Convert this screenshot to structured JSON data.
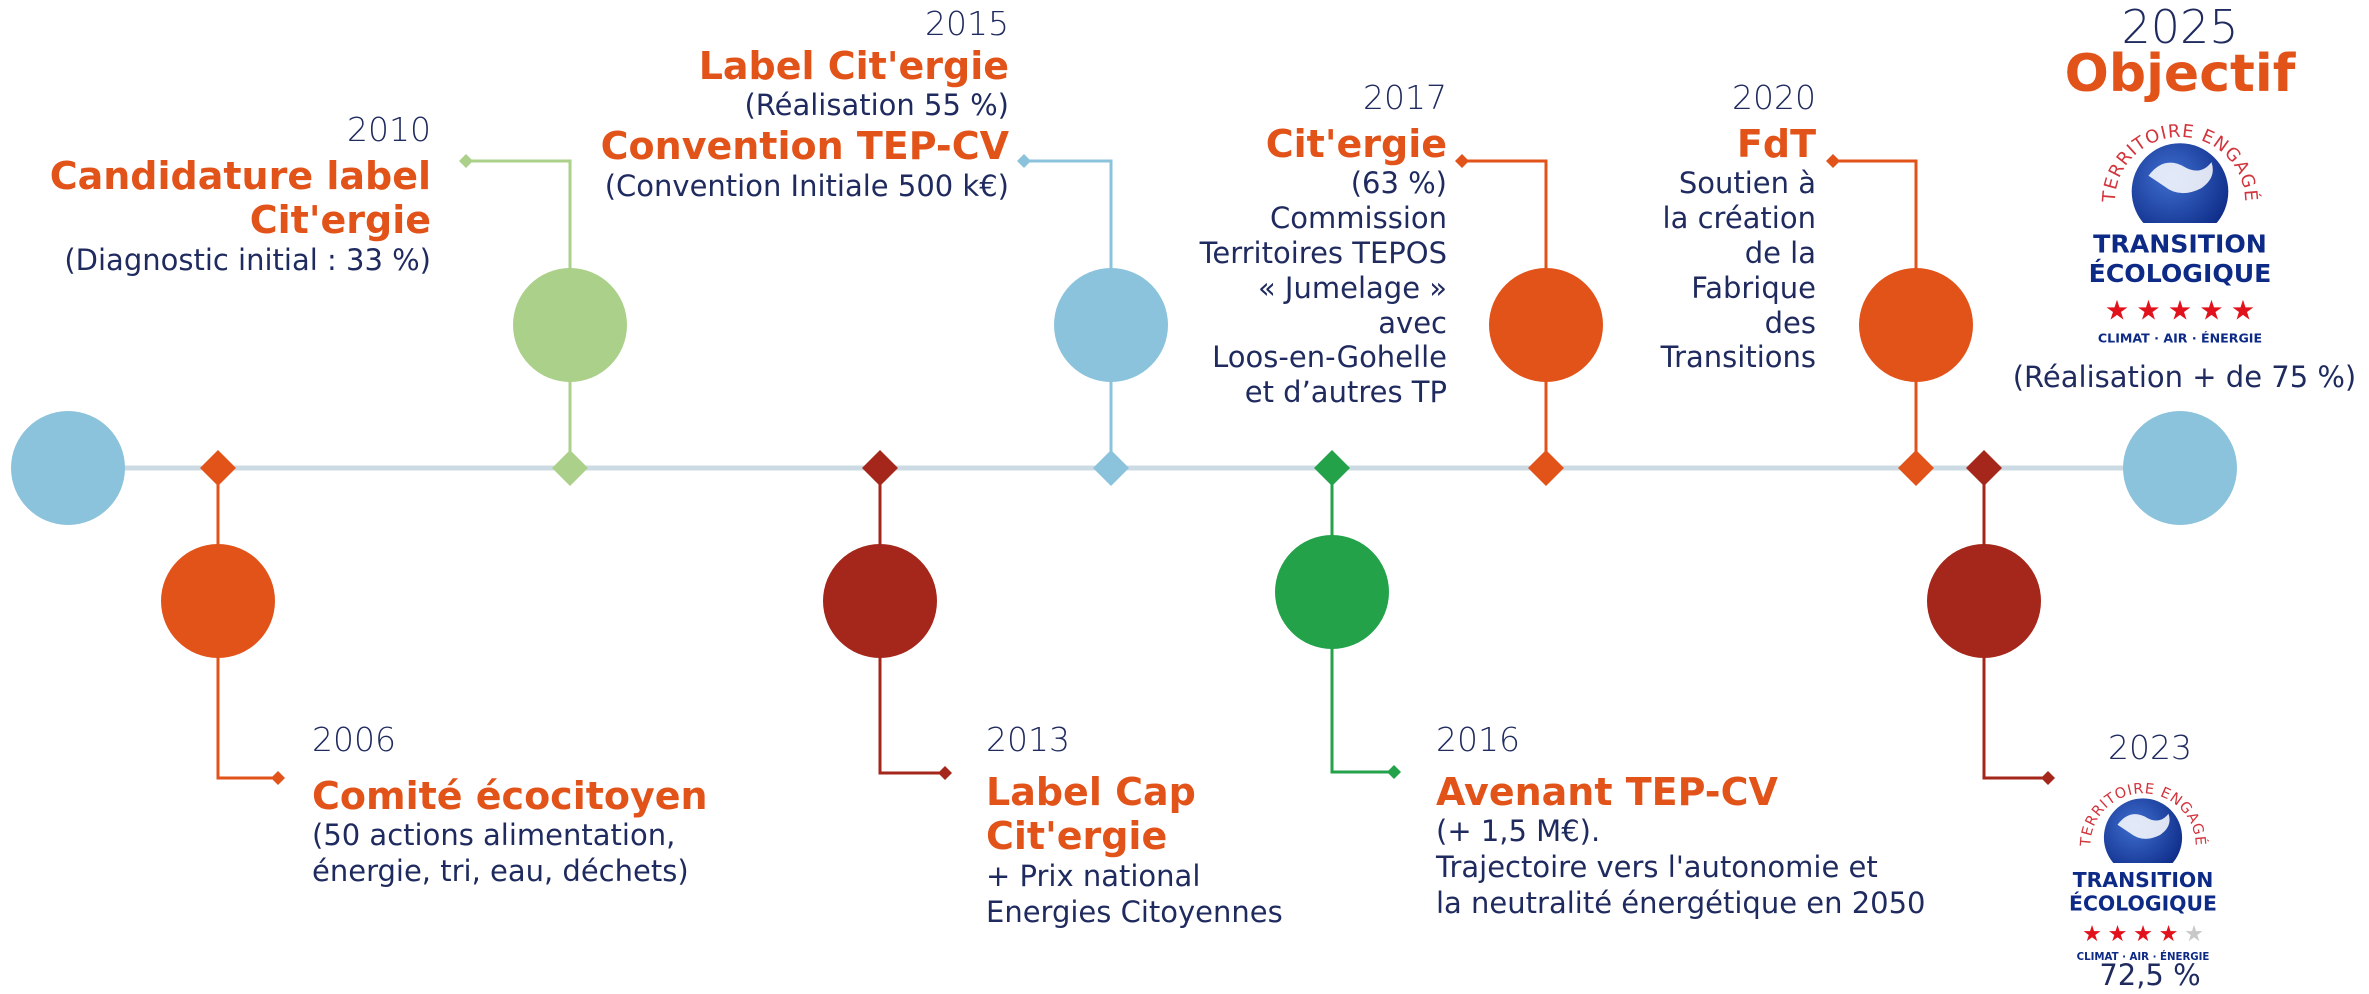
{
  "colors": {
    "orange": "#e2531a",
    "light_green": "#abd08a",
    "light_blue": "#8cc3dc",
    "dark_red": "#a5261a",
    "green": "#23a24a",
    "navy": "#1f2a5e",
    "axis": "#ccdbe3"
  },
  "events": [
    {
      "year": "2006",
      "title": "Comité écocitoyen",
      "desc": "(50 actions alimentation,\nénergie, tri, eau, déchets)",
      "color": "orange"
    },
    {
      "year": "2010",
      "title": "Candidature label\nCit'ergie",
      "desc": "(Diagnostic initial : 33 %)",
      "color": "light_green"
    },
    {
      "year": "2013",
      "title": "Label Cap\nCit'ergie",
      "desc": "+ Prix national\nEnergies Citoyennes",
      "color": "dark_red"
    },
    {
      "year": "2015",
      "title": "Label Cit'ergie",
      "subtitle": "(Réalisation 55 %)",
      "title2": "Convention TEP-CV",
      "desc": "(Convention Initiale 500 k€)",
      "color": "light_blue"
    },
    {
      "year": "2016",
      "title": "Avenant TEP-CV",
      "desc": "(+ 1,5 M€).\nTrajectoire vers l'autonomie et\nla neutralité énergétique en 2050",
      "color": "green"
    },
    {
      "year": "2017",
      "title": "Cit'ergie",
      "desc": "(63 %)\nCommission\nTerritoires TEPOS\n« Jumelage »\navec\nLoos-en-Gohelle\net d’autres TP",
      "color": "orange"
    },
    {
      "year": "2020",
      "title": "FdT",
      "desc": "Soutien à\nla création\nde la\nFabrique\ndes\nTransitions",
      "color": "orange"
    },
    {
      "year": "2023",
      "desc": "72,5 %",
      "color": "dark_red",
      "badge": {
        "top": "TERRITOIRE ENGAGÉ",
        "line1": "TRANSITION",
        "line2": "ÉCOLOGIQUE",
        "stars_filled": 4,
        "stars_total": 5,
        "bottom": "CLIMAT · AIR · ÉNERGIE"
      }
    },
    {
      "year": "2025",
      "title": "Objectif",
      "desc": "(Réalisation + de 75 %)",
      "color": "light_blue",
      "badge": {
        "top": "TERRITOIRE ENGAGÉ",
        "line1": "TRANSITION",
        "line2": "ÉCOLOGIQUE",
        "stars_filled": 5,
        "stars_total": 5,
        "bottom": "CLIMAT · AIR · ÉNERGIE"
      }
    }
  ]
}
